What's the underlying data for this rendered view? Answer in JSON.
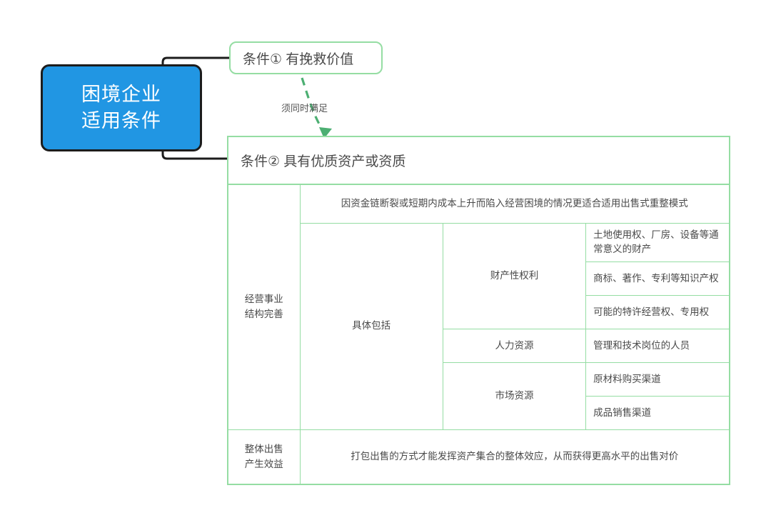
{
  "root": {
    "line1": "困境企业",
    "line2": "适用条件",
    "fill_color": "#2196e3",
    "border_color": "#1c1c1c",
    "text_color": "#ffffff"
  },
  "theme": {
    "green_border": "#95dda3",
    "text_color": "#4a4a4a",
    "arrow_color": "#4caf72",
    "background": "#ffffff"
  },
  "condition1": {
    "label": "条件① 有挽救价值"
  },
  "connector_note": {
    "label": "须同时满足"
  },
  "condition2": {
    "header": "条件② 具有优质资产或资质",
    "rows": {
      "group1": {
        "label_line1": "经营事业",
        "label_line2": "结构完善",
        "summary": "因资金链断裂或短期内成本上升而陷入经营困境的情况更适合适用出售式重整模式",
        "detail_label": "具体包括",
        "categories": [
          {
            "name": "财产性权利",
            "items": [
              "土地使用权、厂房、设备等通常意义的财产",
              "商标、著作、专利等知识产权",
              "可能的特许经营权、专用权"
            ]
          },
          {
            "name": "人力资源",
            "items": [
              "管理和技术岗位的人员"
            ]
          },
          {
            "name": "市场资源",
            "items": [
              "原材料购买渠道",
              "成品销售渠道"
            ]
          }
        ]
      },
      "group2": {
        "label_line1": "整体出售",
        "label_line2": "产生效益",
        "content": "打包出售的方式才能发挥资产集合的整体效应，从而获得更高水平的出售对价"
      }
    }
  }
}
